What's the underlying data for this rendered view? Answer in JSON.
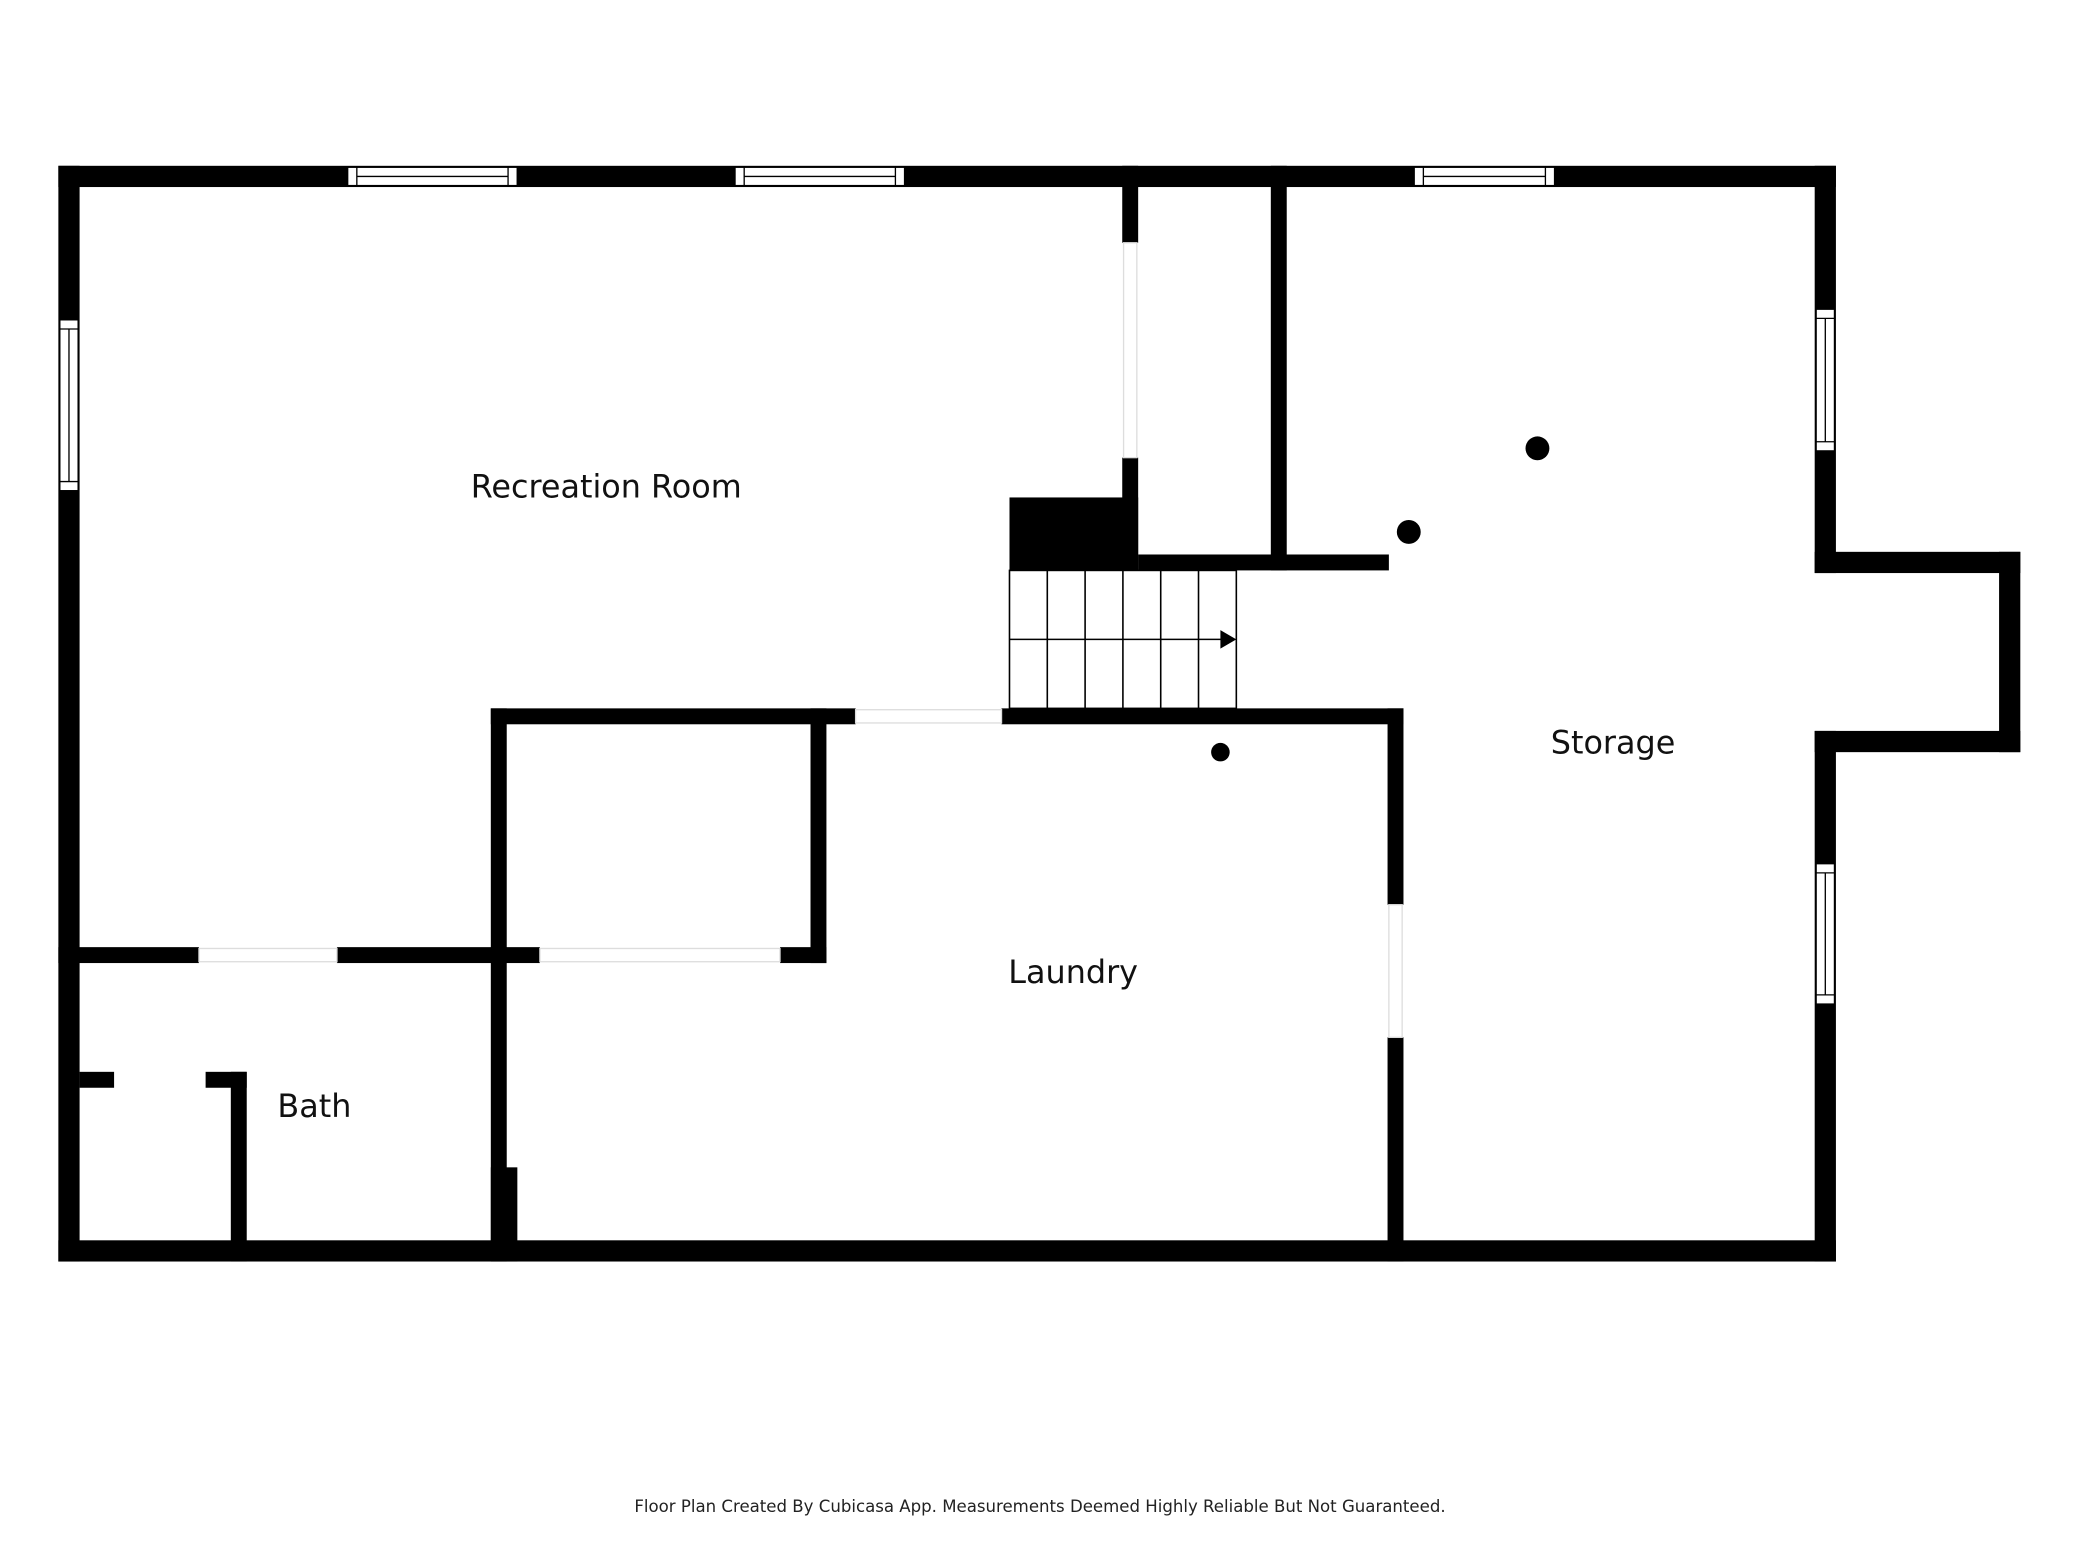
{
  "rooms": {
    "recreation": "Recreation Room",
    "storage": "Storage",
    "laundry": "Laundry",
    "bath": "Bath"
  },
  "footer": "Floor Plan Created By Cubicasa App. Measurements Deemed Highly Reliable But Not Guaranteed.",
  "colors": {
    "wall": "#000000",
    "background": "#ffffff"
  }
}
